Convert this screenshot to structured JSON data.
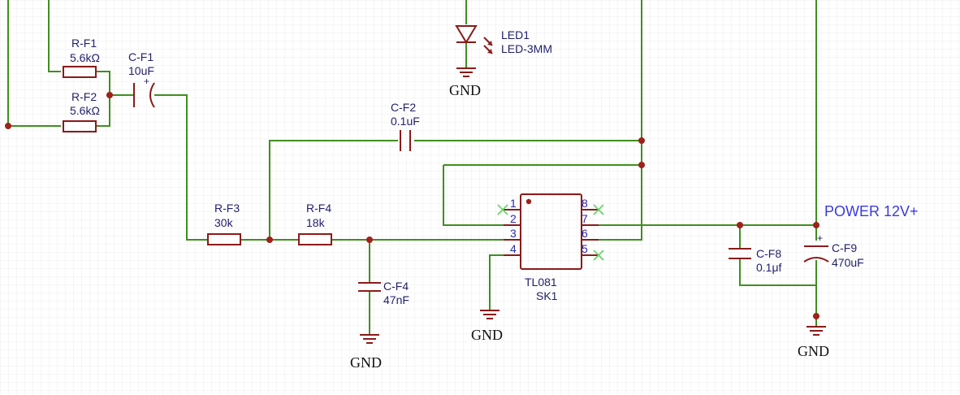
{
  "colors": {
    "wire": "#3f8f1f",
    "component": "#8b1a1a",
    "label": "#1f1f6b",
    "power": "#3a3ae0",
    "no_connect": "#5fd35f"
  },
  "components": {
    "rf1": {
      "ref": "R-F1",
      "value": "5.6kΩ"
    },
    "rf2": {
      "ref": "R-F2",
      "value": "5.6kΩ"
    },
    "cf1": {
      "ref": "C-F1",
      "value": "10uF"
    },
    "cf2": {
      "ref": "C-F2",
      "value": "0.1uF"
    },
    "rf3": {
      "ref": "R-F3",
      "value": "30k"
    },
    "rf4": {
      "ref": "R-F4",
      "value": "18k"
    },
    "cf4": {
      "ref": "C-F4",
      "value": "47nF"
    },
    "led1": {
      "ref": "LED1",
      "value": "LED-3MM"
    },
    "ic": {
      "part": "TL081",
      "ref": "SK1",
      "pins": [
        "1",
        "2",
        "3",
        "4",
        "5",
        "6",
        "7",
        "8"
      ]
    },
    "cf8": {
      "ref": "C-F8",
      "value": "0.1μf"
    },
    "cf9": {
      "ref": "C-F9",
      "value": "470uF"
    }
  },
  "nets": {
    "gnd_label": "GND",
    "power_label": "POWER 12V+"
  }
}
